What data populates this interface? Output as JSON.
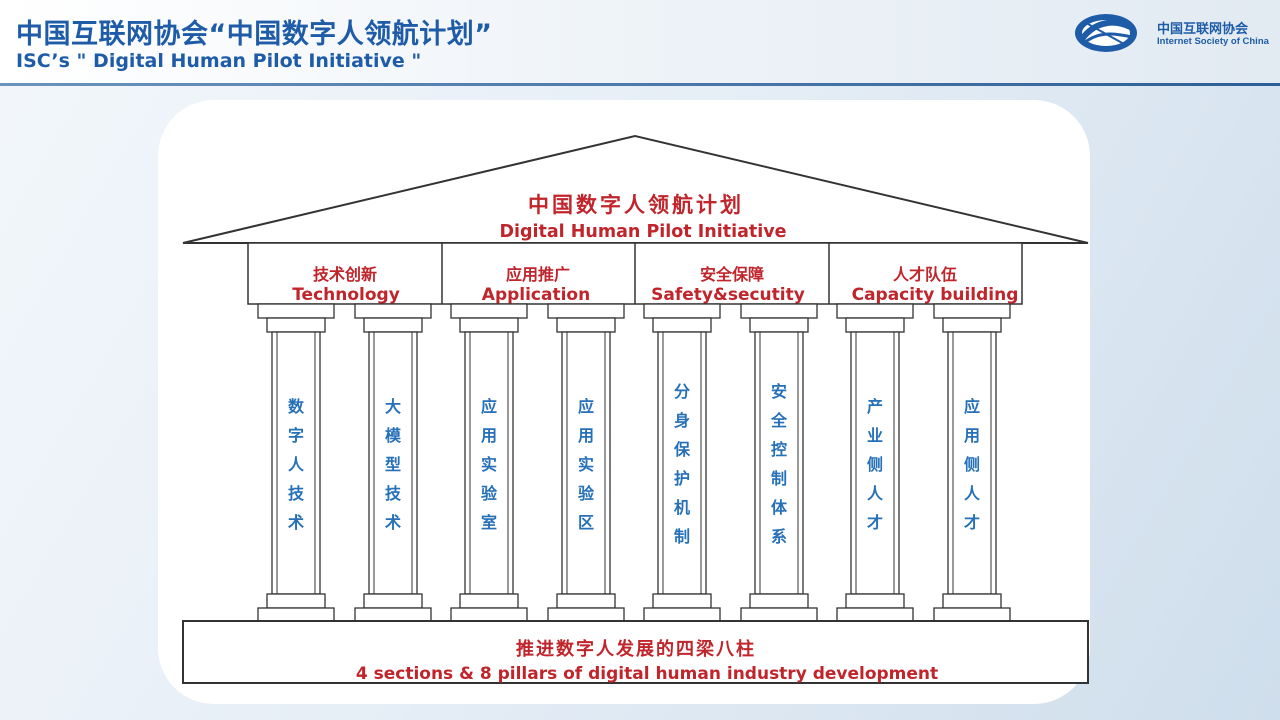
{
  "header": {
    "title_cn": "中国互联网协会“中国数字人领航计划”",
    "title_en": "ISC’s \" Digital Human Pilot Initiative \"",
    "logo_cn": "中国互联网协会",
    "logo_en": "Internet Society of China"
  },
  "diagram": {
    "roof_title_cn": "中国数字人领航计划",
    "roof_title_en": "Digital Human Pilot Initiative",
    "sections": [
      {
        "cn": "技术创新",
        "en": "Technology"
      },
      {
        "cn": "应用推广",
        "en": "Application"
      },
      {
        "cn": "安全保障",
        "en": "Safety&secutity"
      },
      {
        "cn": "人才队伍",
        "en": "Capacity building"
      }
    ],
    "pillars": [
      "数字人技术",
      "大模型技术",
      "应用实验室",
      "应用实验区",
      "分身保护机制",
      "安全控制体系",
      "产业侧人才",
      "应用侧人才"
    ],
    "base_cn": "推进数字人发展的四梁八柱",
    "base_en": "4 sections & 8 pillars of digital human industry development"
  },
  "colors": {
    "title_blue": "#1f5ca8",
    "label_red": "#c0252c",
    "pillar_blue": "#2670b8"
  }
}
